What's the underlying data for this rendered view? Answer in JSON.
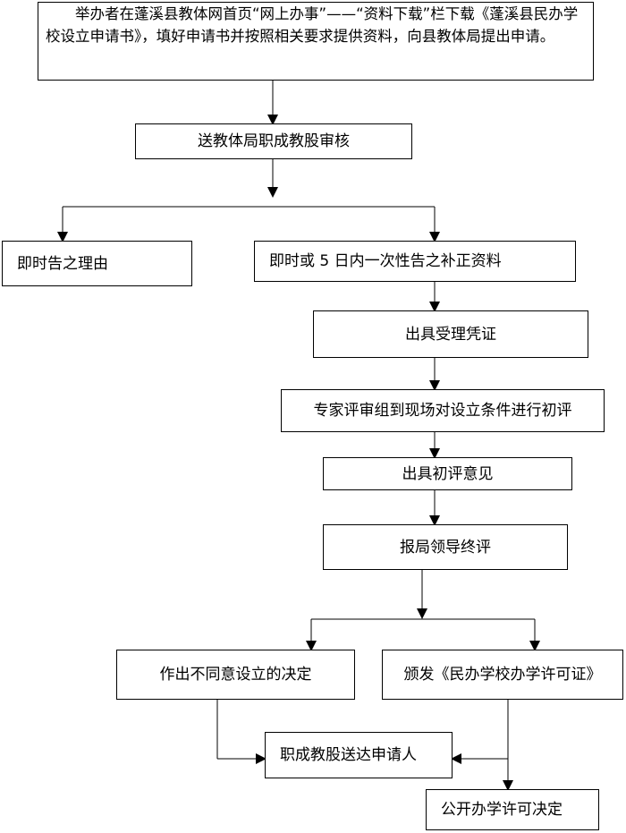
{
  "flowchart": {
    "step_apply": "举办者在蓬溪县教体网首页“网上办事”——“资料下载”栏下载《蓬溪县民办学校设立申请书》，填好申请书并按照相关要求提供资料，向县教体局提出申请。",
    "step_review": "送教体局职成教股审核",
    "step_reject_reason": "即时告之理由",
    "step_supplement": "即时或 5 日内一次性告之补正资料",
    "step_receipt": "出具受理凭证",
    "step_inspection": "专家评审组到现场对设立条件进行初评",
    "step_initial_opinion": "出具初评意见",
    "step_final_review": "报局领导终评",
    "step_disapprove": "作出不同意设立的决定",
    "step_issue_license": "颁发《民办学校办学许可证》",
    "step_deliver": "职成教股送达申请人",
    "step_publish": "公开办学许可决定"
  }
}
